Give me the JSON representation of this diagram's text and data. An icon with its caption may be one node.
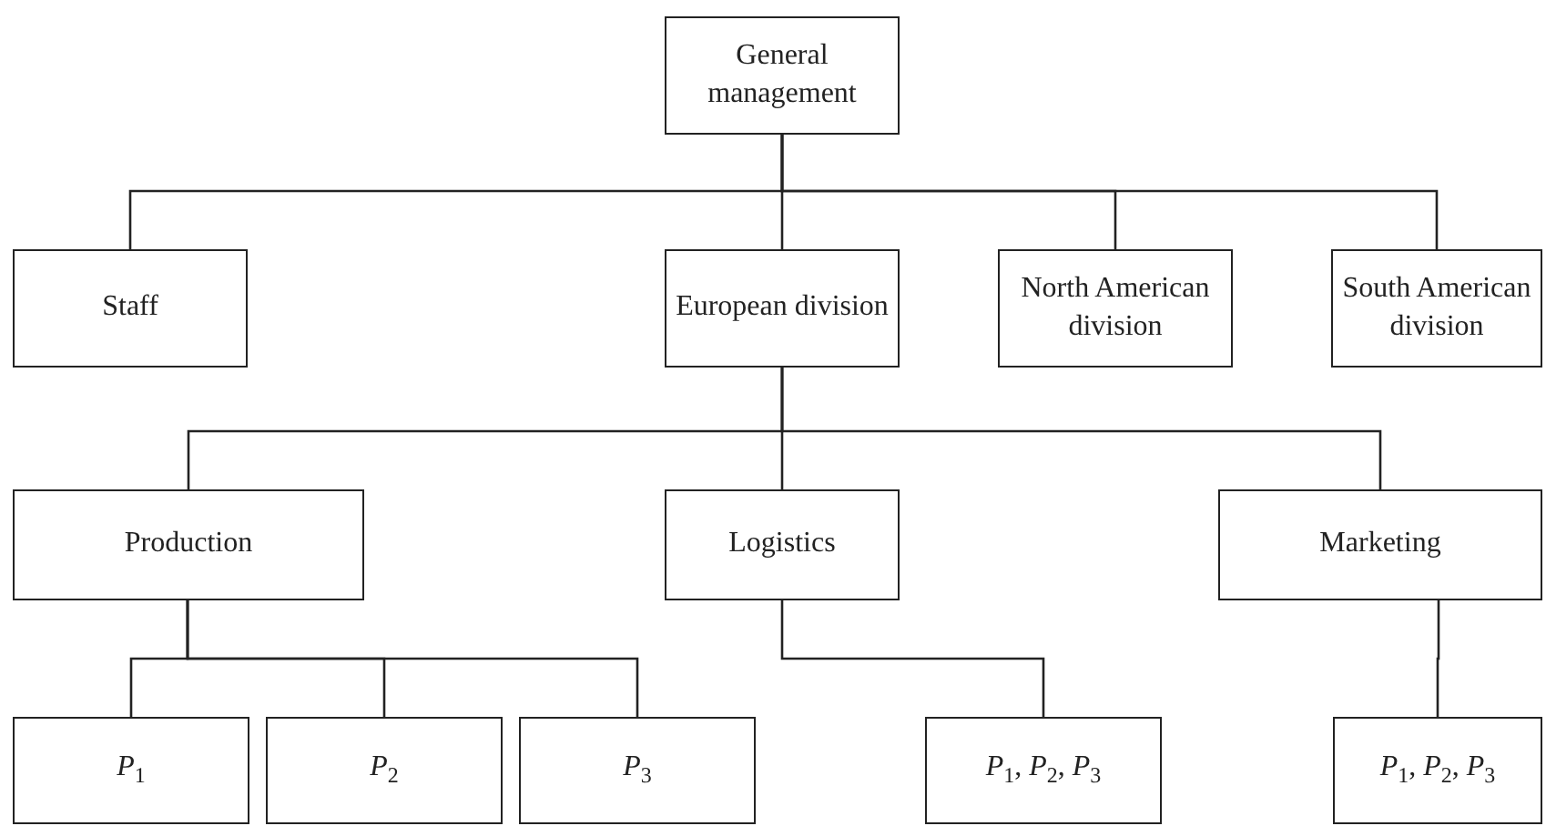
{
  "diagram": {
    "nodes": [
      {
        "text": [
          "General management"
        ]
      },
      {
        "text": [
          "Staff"
        ]
      },
      {
        "text": [
          "European division"
        ]
      },
      {
        "text": [
          "North American division"
        ]
      },
      {
        "text": [
          "South American division"
        ]
      },
      {
        "text": [
          "Production"
        ]
      },
      {
        "text": [
          "Logistics"
        ]
      },
      {
        "text": [
          "Marketing"
        ]
      },
      {
        "text": [
          "*P*$_{1}$"
        ]
      },
      {
        "text": [
          "*P*$_{2}$"
        ]
      },
      {
        "text": [
          "*P*$_{3}$"
        ]
      },
      {
        "text": [
          "*P*$_{1}$, *P*$_{2}$, *P*$_{3}$"
        ]
      },
      {
        "text": [
          "*P*$_{1}$, *P*$_{2}$, *P*$_{3}$"
        ]
      }
    ],
    "edges": [
      {
        "from": 0,
        "to": 1,
        "arrow": "none"
      },
      {
        "from": 0,
        "to": 2,
        "arrow": "none"
      },
      {
        "from": 0,
        "to": 3,
        "arrow": "none"
      },
      {
        "from": 0,
        "to": 4,
        "arrow": "none"
      },
      {
        "from": 2,
        "to": 5,
        "arrow": "none"
      },
      {
        "from": 2,
        "to": 6,
        "arrow": "none"
      },
      {
        "from": 2,
        "to": 7,
        "arrow": "none"
      },
      {
        "from": 5,
        "to": 8,
        "arrow": "none"
      },
      {
        "from": 5,
        "to": 9,
        "arrow": "none"
      },
      {
        "from": 5,
        "to": 10,
        "arrow": "none"
      },
      {
        "from": 6,
        "to": 11,
        "arrow": "none"
      },
      {
        "from": 7,
        "to": 12,
        "arrow": "none"
      }
    ]
  }
}
